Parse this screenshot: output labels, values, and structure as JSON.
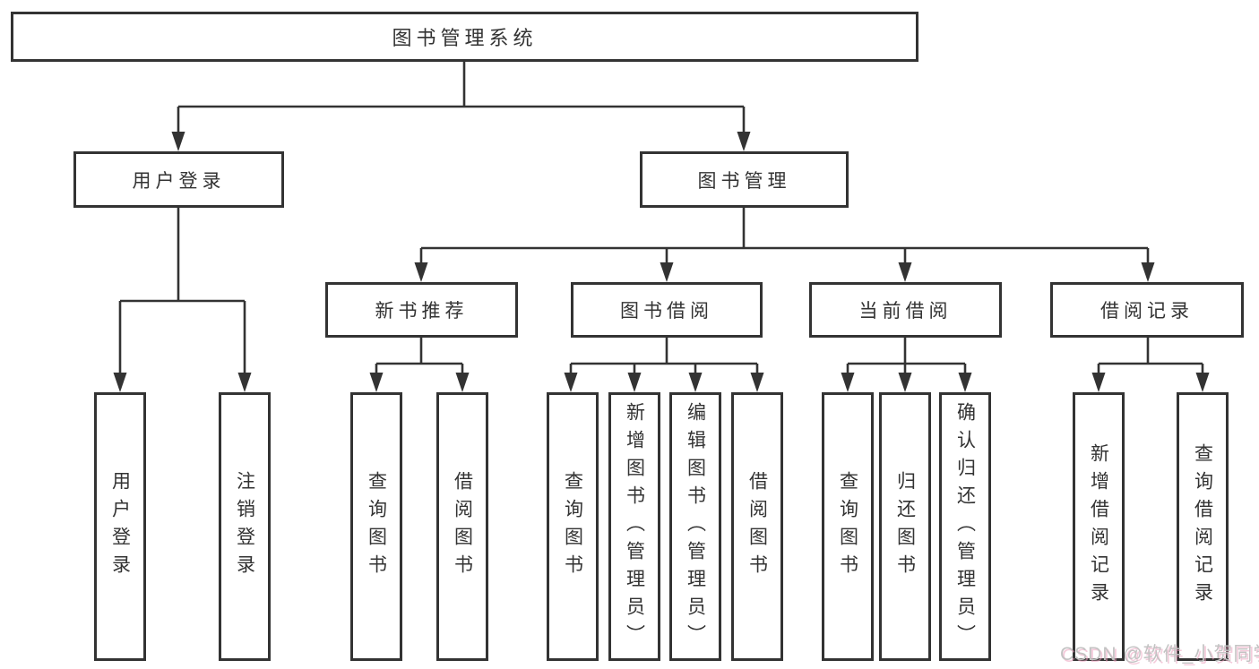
{
  "colors": {
    "line": "#333333",
    "text": "#333333",
    "box_background": "#ffffff",
    "watermark_gray": "#c3c3c3",
    "watermark_shadow_pink": "#eba0be"
  },
  "tree": {
    "root": "图书管理系统",
    "level2": [
      {
        "label": "用户登录",
        "leaves": [
          "用户登录",
          "注销登录"
        ]
      },
      {
        "label": "图书管理"
      }
    ],
    "level3": [
      {
        "label": "新书推荐",
        "leaves": [
          "查询图书",
          "借阅图书"
        ]
      },
      {
        "label": "图书借阅",
        "leaves": [
          "查询图书",
          "新增图书（管理员）",
          "编辑图书（管理员）",
          "借阅图书"
        ]
      },
      {
        "label": "当前借阅",
        "leaves": [
          "查询图书",
          "归还图书",
          "确认归还（管理员）"
        ]
      },
      {
        "label": "借阅记录",
        "leaves": [
          "新增借阅记录",
          "查询借阅记录"
        ]
      }
    ]
  },
  "watermark": "CSDN @软件_小贺同学"
}
